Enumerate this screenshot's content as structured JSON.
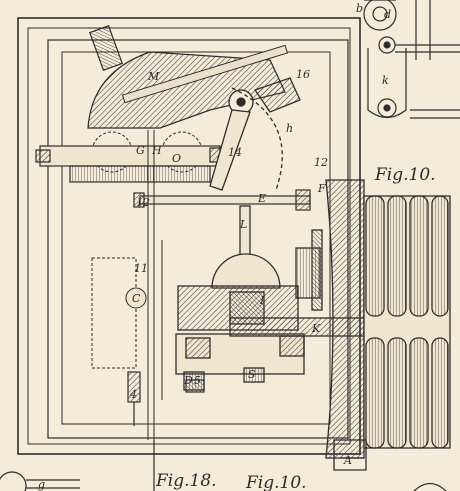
{
  "figures": {
    "fig10_top": "Fig.10.",
    "fig18_bottom": "Fig.18.",
    "fig10_bottom": "Fig.10."
  },
  "letters": {
    "M": "M",
    "n16": "16",
    "G": "G",
    "H": "H",
    "O": "O",
    "n14": "14",
    "h_right": "h",
    "n12_right": "12",
    "F": "F",
    "n12_left": "12",
    "E": "E",
    "L": "L",
    "I": "I",
    "n11": "11",
    "C": "C",
    "K": "K",
    "D": "D",
    "n5": "5",
    "S": "S",
    "n4": "4",
    "A": "A",
    "b": "b",
    "d": "d",
    "k": "k",
    "g": "g"
  },
  "colors": {
    "paper": "#f3ecd8",
    "ink": "#2d2d2d"
  }
}
